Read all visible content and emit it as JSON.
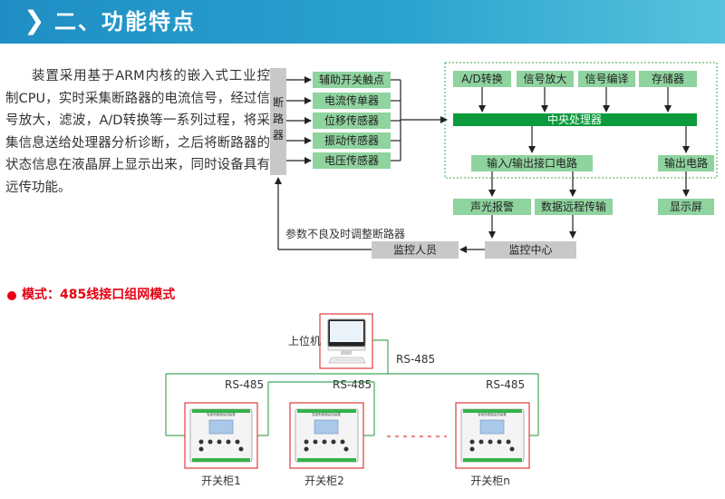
{
  "header": {
    "chevron": "❯",
    "title": "二、功能特点"
  },
  "intro": "装置采用基于ARM内核的嵌入式工业控制CPU，实时采集断路器的电流信号，经过信号放大，滤波，A/D转换等一系列过程，将采集信息送给处理器分析诊断，之后将断路器的状态信息在液晶屏上显示出来，同时设备具有远传功能。",
  "flow": {
    "breaker": [
      "断",
      "路",
      "器"
    ],
    "sensors": [
      "辅助开关触点",
      "电流传单器",
      "位移传感器",
      "振动传感器",
      "电压传感器"
    ],
    "top_boxes": [
      "A/D转换",
      "信号放大",
      "信号编译",
      "存储器"
    ],
    "cpu": "中央处理器",
    "io_circuit": "输入/输出接口电路",
    "output_circuit": "输出电路",
    "alarm": "声光报警",
    "remote": "数据远程传输",
    "display": "显示屏",
    "monitor_center": "监控中心",
    "monitor_staff": "监控人员",
    "feedback": "参数不良及时调整断路器"
  },
  "mode": {
    "title": "模式：485线接口组网模式"
  },
  "network": {
    "host_label": "上位机",
    "rs485_top": "RS-485",
    "rs485_left": "RS-485",
    "rs485_mid": "RS-485",
    "rs485_right": "RS-485",
    "cabinets": [
      "开关柜1",
      "开关柜2",
      "开关柜n"
    ],
    "device_title": "智能断路器监测装置",
    "colors": {
      "box_green": "#8fd39e",
      "cpu_green": "#0b9b3c",
      "grey_box": "#c8c8c8",
      "frame_red": "#e03c3c",
      "line_green": "#43a85c",
      "accent_red": "#e60012"
    }
  }
}
